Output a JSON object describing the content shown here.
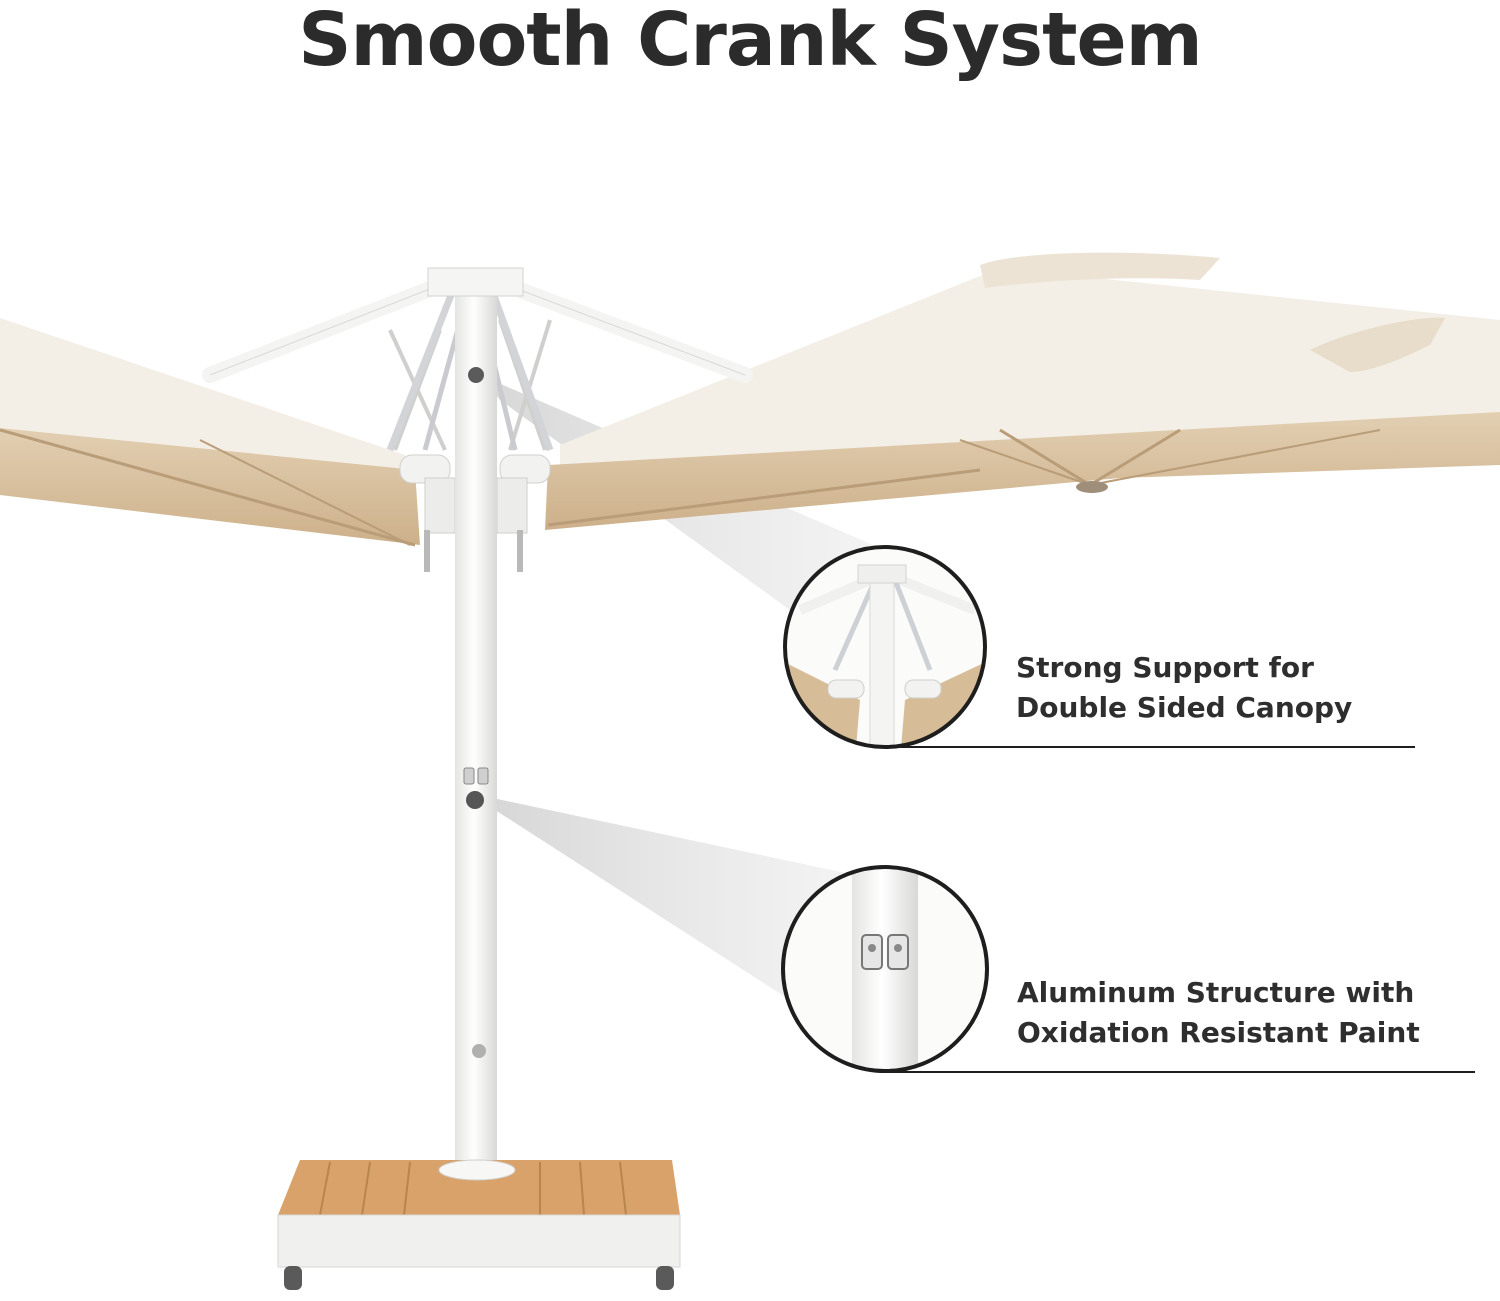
{
  "title": "Smooth Crank System",
  "callouts": [
    {
      "lines": [
        "Strong Support for",
        "Double Sided Canopy"
      ]
    },
    {
      "lines": [
        "Aluminum Structure with",
        "Oxidation Resistant Paint"
      ]
    }
  ],
  "colors": {
    "canopy_top": "#f3efe6",
    "canopy_under": "#d9c3a3",
    "pole": "#f6f6f4",
    "base_wood": "#d9a26a",
    "title": "#2b2b2b"
  }
}
